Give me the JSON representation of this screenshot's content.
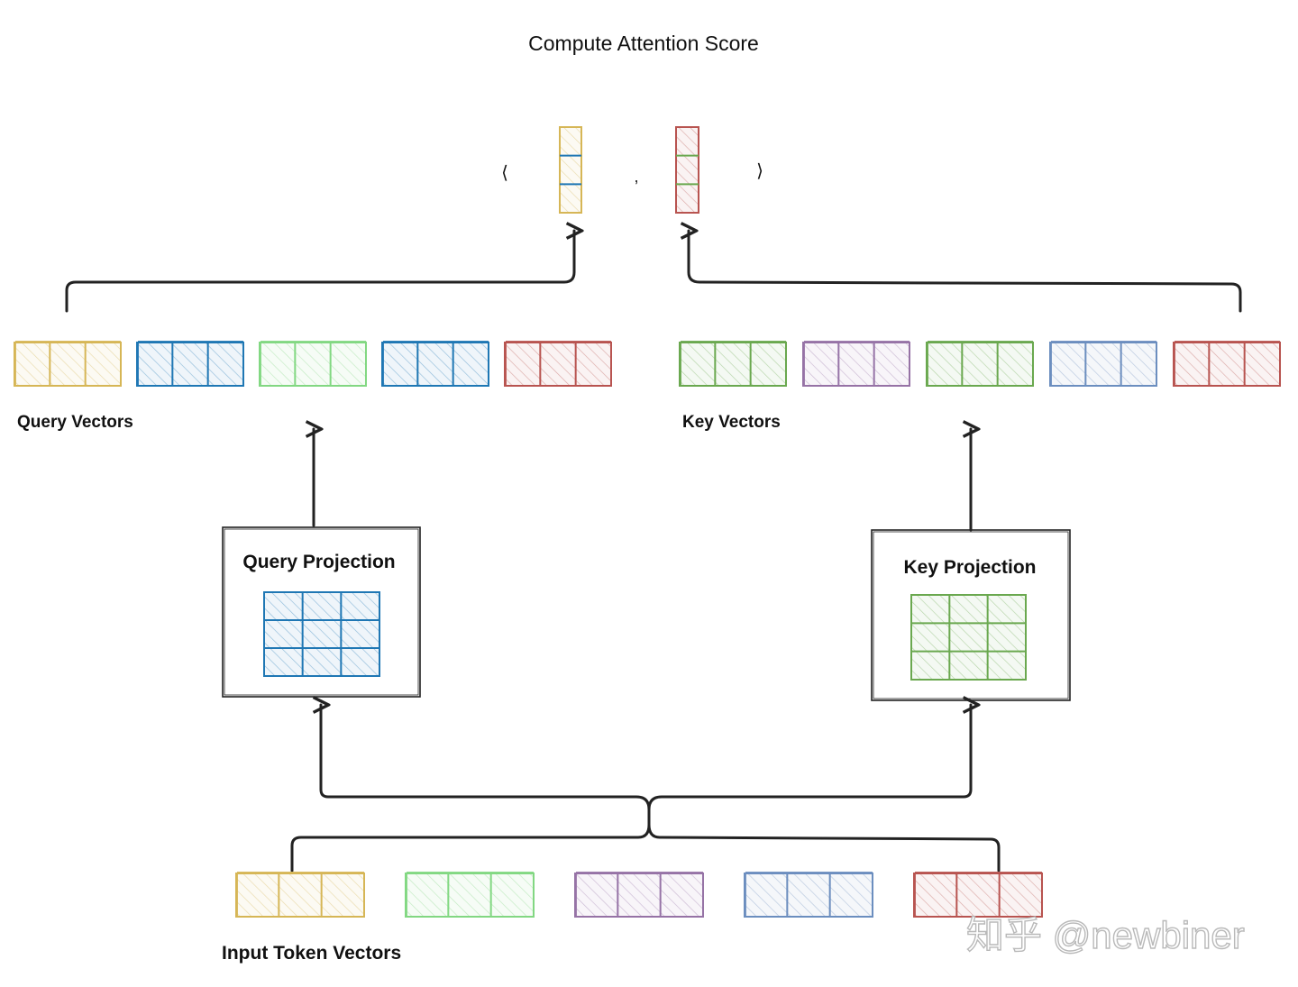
{
  "title": "Compute Attention Score",
  "labels": {
    "query_vectors": "Query Vectors",
    "key_vectors": "Key Vectors",
    "query_projection": "Query Projection",
    "key_projection": "Key Projection",
    "input_token_vectors": "Input Token Vectors"
  },
  "inner_product": {
    "open": "⟨",
    "comma": ",",
    "close": "⟩"
  },
  "watermark": "知乎 @newbiner",
  "colors": {
    "yellow": "#d6b656",
    "blue": "#1f77b4",
    "light_green": "#82d882",
    "green": "#6aa84f",
    "red": "#b85450",
    "purple": "#9673a6",
    "steel_blue": "#6c8ebf"
  },
  "query_vectors": [
    "yellow",
    "blue",
    "light_green",
    "blue",
    "red"
  ],
  "key_vectors": [
    "green",
    "purple",
    "green",
    "steel_blue",
    "red"
  ],
  "input_tokens": [
    "yellow",
    "light_green",
    "purple",
    "steel_blue",
    "red"
  ],
  "score_vectors": {
    "query": {
      "frame": "yellow",
      "dividers": "blue"
    },
    "key": {
      "frame": "red",
      "dividers": "green"
    }
  },
  "projection_matrices": {
    "query": {
      "color": "blue",
      "rows": 3,
      "cols": 3
    },
    "key": {
      "color": "green",
      "rows": 3,
      "cols": 3
    }
  }
}
